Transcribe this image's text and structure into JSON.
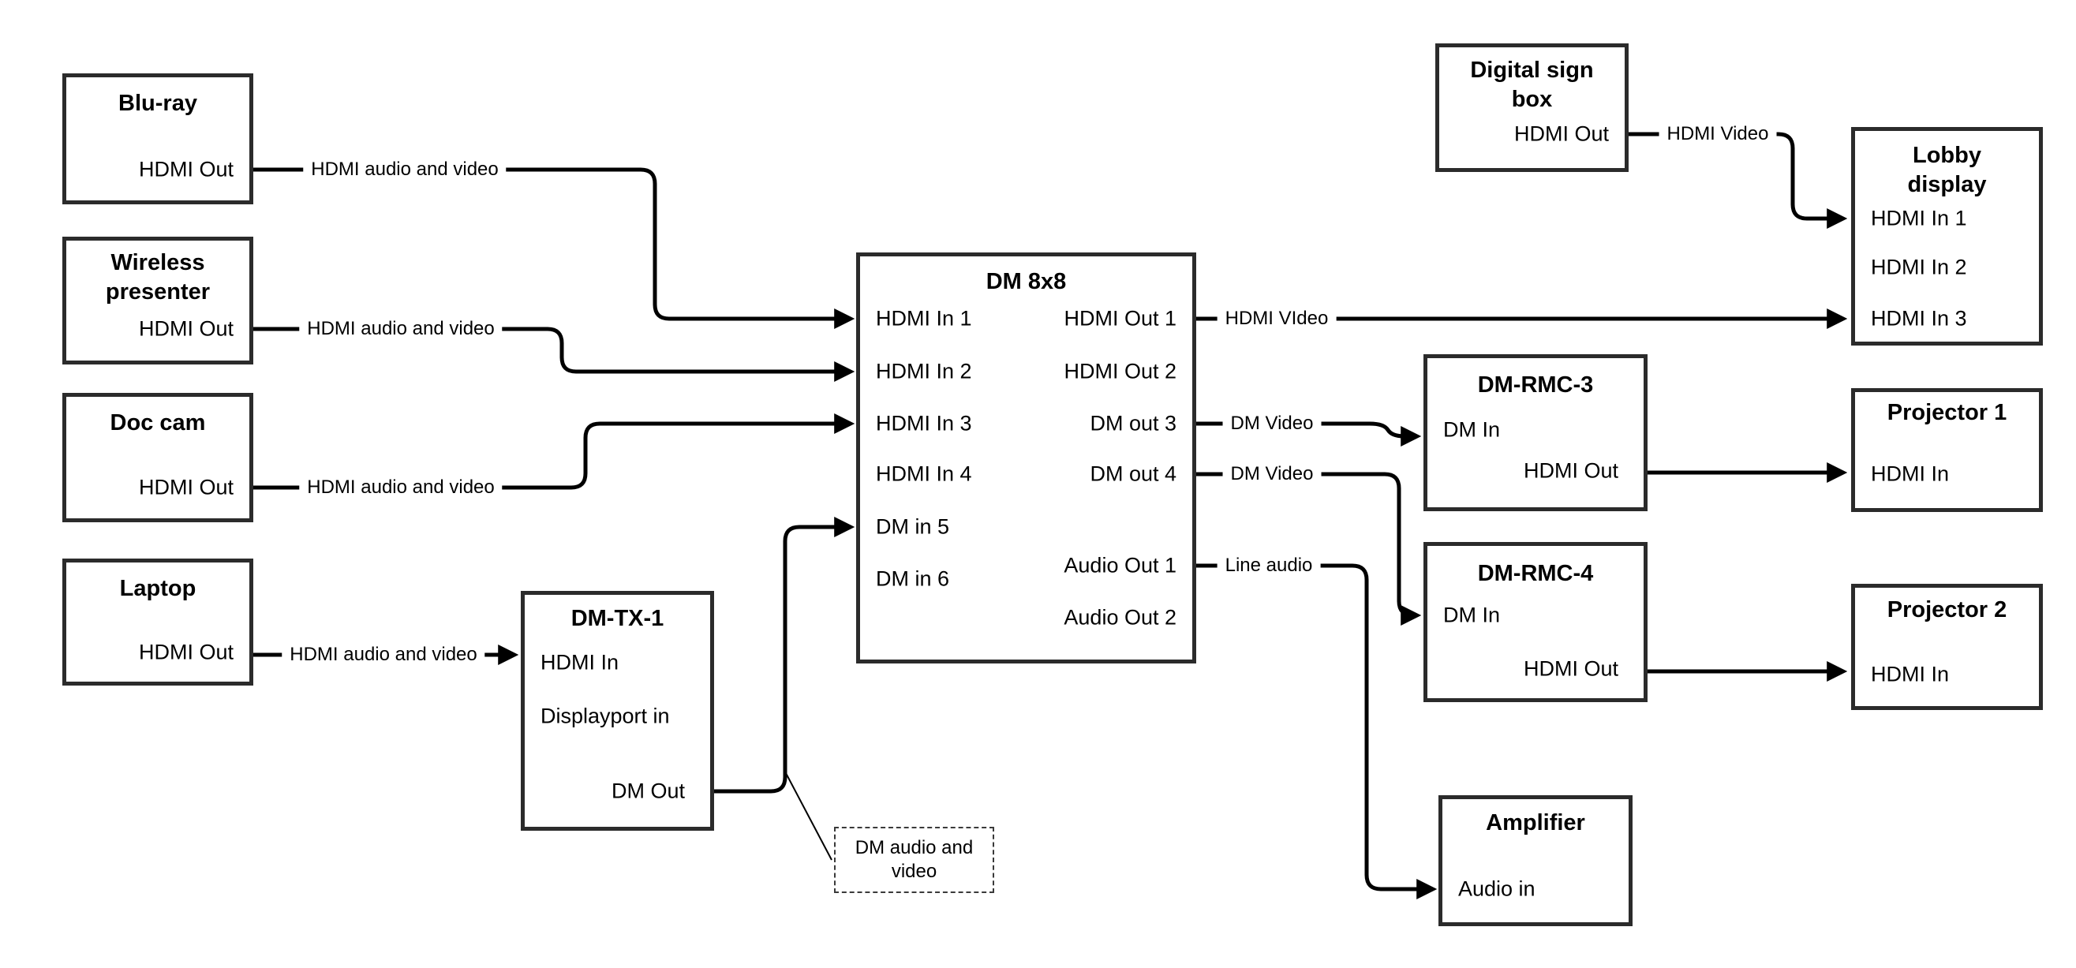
{
  "nodes": {
    "bluray": {
      "title": "Blu-ray",
      "port_hdmi_out": "HDMI Out"
    },
    "wireless_presenter": {
      "title": "Wireless presenter",
      "port_hdmi_out": "HDMI Out"
    },
    "doc_cam": {
      "title": "Doc cam",
      "port_hdmi_out": "HDMI Out"
    },
    "laptop": {
      "title": "Laptop",
      "port_hdmi_out": "HDMI Out"
    },
    "dm_tx_1": {
      "title": "DM-TX-1",
      "port_hdmi_in": "HDMI In",
      "port_displayport_in": "Displayport in",
      "port_dm_out": "DM Out"
    },
    "dm_8x8": {
      "title": "DM 8x8",
      "port_hdmi_in_1": "HDMI In 1",
      "port_hdmi_in_2": "HDMI In 2",
      "port_hdmi_in_3": "HDMI In 3",
      "port_hdmi_in_4": "HDMI In 4",
      "port_dm_in_5": "DM in 5",
      "port_dm_in_6": "DM in 6",
      "port_hdmi_out_1": "HDMI Out 1",
      "port_hdmi_out_2": "HDMI Out 2",
      "port_dm_out_3": "DM out 3",
      "port_dm_out_4": "DM out 4",
      "port_audio_out_1": "Audio Out 1",
      "port_audio_out_2": "Audio Out 2"
    },
    "digital_sign_box": {
      "title": "Digital sign box",
      "port_hdmi_out": "HDMI Out"
    },
    "lobby_display": {
      "title": "Lobby display",
      "port_hdmi_in_1": "HDMI In 1",
      "port_hdmi_in_2": "HDMI In 2",
      "port_hdmi_in_3": "HDMI In 3"
    },
    "dm_rmc_3": {
      "title": "DM-RMC-3",
      "port_dm_in": "DM In",
      "port_hdmi_out": "HDMI Out"
    },
    "projector_1": {
      "title": "Projector 1",
      "port_hdmi_in": "HDMI In"
    },
    "dm_rmc_4": {
      "title": "DM-RMC-4",
      "port_dm_in": "DM In",
      "port_hdmi_out": "HDMI Out"
    },
    "projector_2": {
      "title": "Projector 2",
      "port_hdmi_in": "HDMI In"
    },
    "amplifier": {
      "title": "Amplifier",
      "port_audio_in": "Audio in"
    }
  },
  "wire_labels": {
    "bluray_to_dm8x8": "HDMI audio and video",
    "wireless_to_dm8x8": "HDMI audio and video",
    "doc_cam_to_dm8x8": "HDMI audio and video",
    "laptop_to_dm_tx_1": "HDMI audio and video",
    "dm8x8_to_lobby": "HDMI VIdeo",
    "dm_out_3_to_rmc3": "DM Video",
    "dm_out_4_to_rmc4": "DM Video",
    "audio_out_1_to_amplifier": "Line audio",
    "digital_sign_to_lobby": "HDMI Video"
  },
  "note": {
    "text": "DM audio and video"
  },
  "colors": {
    "wire": "#000000",
    "box_border": "#2b2b2b",
    "text": "#000000",
    "background": "#ffffff"
  }
}
